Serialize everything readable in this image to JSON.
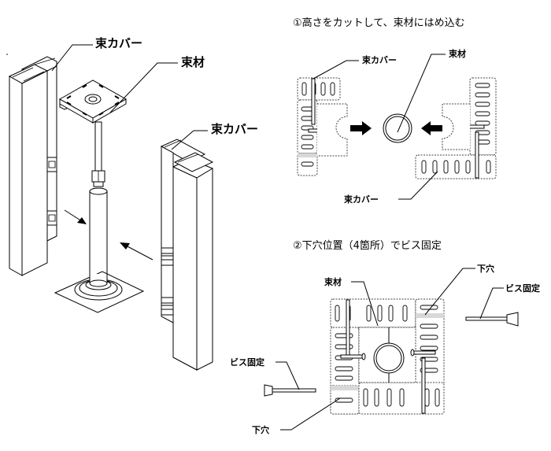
{
  "left_figure": {
    "labels": {
      "cover_top_left": "束カバー",
      "post": "束材",
      "cover_right": "束カバー"
    }
  },
  "step1": {
    "title": "①高さをカットして、束材にはめ込む",
    "labels": {
      "cover_top": "束カバー",
      "post": "束材",
      "cover_bottom": "束カバー"
    }
  },
  "step2": {
    "title": "②下穴位置（4箇所）でビス固定",
    "labels": {
      "post": "束材",
      "pilot_hole_top": "下穴",
      "screw_right": "ビス固定",
      "screw_left": "ビス固定",
      "pilot_hole_bottom": "下穴"
    }
  }
}
